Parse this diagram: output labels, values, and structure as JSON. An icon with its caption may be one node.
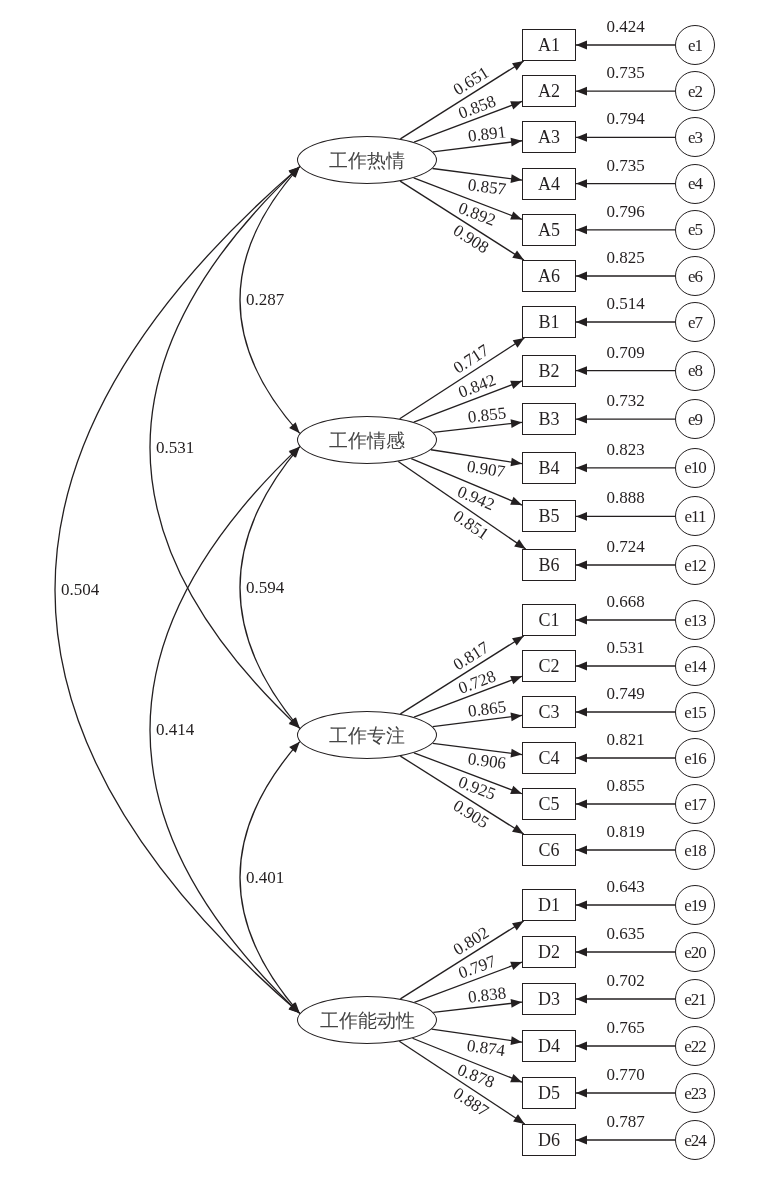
{
  "diagram": {
    "nodes": [
      {
        "text": [
          "工作热情"
        ]
      },
      {
        "text": [
          "工作情感"
        ]
      },
      {
        "text": [
          "工作专注"
        ]
      },
      {
        "text": [
          "工作能动性"
        ]
      },
      {
        "text": [
          "A1"
        ]
      },
      {
        "text": [
          "A2"
        ]
      },
      {
        "text": [
          "A3"
        ]
      },
      {
        "text": [
          "A4"
        ]
      },
      {
        "text": [
          "A5"
        ]
      },
      {
        "text": [
          "A6"
        ]
      },
      {
        "text": [
          "B1"
        ]
      },
      {
        "text": [
          "B2"
        ]
      },
      {
        "text": [
          "B3"
        ]
      },
      {
        "text": [
          "B4"
        ]
      },
      {
        "text": [
          "B5"
        ]
      },
      {
        "text": [
          "B6"
        ]
      },
      {
        "text": [
          "C1"
        ]
      },
      {
        "text": [
          "C2"
        ]
      },
      {
        "text": [
          "C3"
        ]
      },
      {
        "text": [
          "C4"
        ]
      },
      {
        "text": [
          "C5"
        ]
      },
      {
        "text": [
          "C6"
        ]
      },
      {
        "text": [
          "D1"
        ]
      },
      {
        "text": [
          "D2"
        ]
      },
      {
        "text": [
          "D3"
        ]
      },
      {
        "text": [
          "D4"
        ]
      },
      {
        "text": [
          "D5"
        ]
      },
      {
        "text": [
          "D6"
        ]
      },
      {
        "text": [
          "e1"
        ]
      },
      {
        "text": [
          "e2"
        ]
      },
      {
        "text": [
          "e3"
        ]
      },
      {
        "text": [
          "e4"
        ]
      },
      {
        "text": [
          "e5"
        ]
      },
      {
        "text": [
          "e6"
        ]
      },
      {
        "text": [
          "e7"
        ]
      },
      {
        "text": [
          "e8"
        ]
      },
      {
        "text": [
          "e9"
        ]
      },
      {
        "text": [
          "e10"
        ]
      },
      {
        "text": [
          "e11"
        ]
      },
      {
        "text": [
          "e12"
        ]
      },
      {
        "text": [
          "e13"
        ]
      },
      {
        "text": [
          "e14"
        ]
      },
      {
        "text": [
          "e15"
        ]
      },
      {
        "text": [
          "e16"
        ]
      },
      {
        "text": [
          "e17"
        ]
      },
      {
        "text": [
          "e18"
        ]
      },
      {
        "text": [
          "e19"
        ]
      },
      {
        "text": [
          "e20"
        ]
      },
      {
        "text": [
          "e21"
        ]
      },
      {
        "text": [
          "e22"
        ]
      },
      {
        "text": [
          "e23"
        ]
      },
      {
        "text": [
          "e24"
        ]
      }
    ],
    "edges": [
      {
        "from": 0,
        "to": 4,
        "arrow": "to",
        "label": "0.651"
      },
      {
        "from": 0,
        "to": 5,
        "arrow": "to",
        "label": "0.858"
      },
      {
        "from": 0,
        "to": 6,
        "arrow": "to",
        "label": "0.891"
      },
      {
        "from": 0,
        "to": 7,
        "arrow": "to",
        "label": "0.857"
      },
      {
        "from": 0,
        "to": 8,
        "arrow": "to",
        "label": "0.892"
      },
      {
        "from": 0,
        "to": 9,
        "arrow": "to",
        "label": "0.908"
      },
      {
        "from": 1,
        "to": 10,
        "arrow": "to",
        "label": "0.717"
      },
      {
        "from": 1,
        "to": 11,
        "arrow": "to",
        "label": "0.842"
      },
      {
        "from": 1,
        "to": 12,
        "arrow": "to",
        "label": "0.855"
      },
      {
        "from": 1,
        "to": 13,
        "arrow": "to",
        "label": "0.907"
      },
      {
        "from": 1,
        "to": 14,
        "arrow": "to",
        "label": "0.942"
      },
      {
        "from": 1,
        "to": 15,
        "arrow": "to",
        "label": "0.851"
      },
      {
        "from": 2,
        "to": 16,
        "arrow": "to",
        "label": "0.817"
      },
      {
        "from": 2,
        "to": 17,
        "arrow": "to",
        "label": "0.728"
      },
      {
        "from": 2,
        "to": 18,
        "arrow": "to",
        "label": "0.865"
      },
      {
        "from": 2,
        "to": 19,
        "arrow": "to",
        "label": "0.906"
      },
      {
        "from": 2,
        "to": 20,
        "arrow": "to",
        "label": "0.925"
      },
      {
        "from": 2,
        "to": 21,
        "arrow": "to",
        "label": "0.905"
      },
      {
        "from": 3,
        "to": 22,
        "arrow": "to",
        "label": "0.802"
      },
      {
        "from": 3,
        "to": 23,
        "arrow": "to",
        "label": "0.797"
      },
      {
        "from": 3,
        "to": 24,
        "arrow": "to",
        "label": "0.838"
      },
      {
        "from": 3,
        "to": 25,
        "arrow": "to",
        "label": "0.874"
      },
      {
        "from": 3,
        "to": 26,
        "arrow": "to",
        "label": "0.878"
      },
      {
        "from": 3,
        "to": 27,
        "arrow": "to",
        "label": "0.887"
      },
      {
        "from": 28,
        "to": 4,
        "arrow": "to",
        "label": "0.424"
      },
      {
        "from": 29,
        "to": 5,
        "arrow": "to",
        "label": "0.735"
      },
      {
        "from": 30,
        "to": 6,
        "arrow": "to",
        "label": "0.794"
      },
      {
        "from": 31,
        "to": 7,
        "arrow": "to",
        "label": "0.735"
      },
      {
        "from": 32,
        "to": 8,
        "arrow": "to",
        "label": "0.796"
      },
      {
        "from": 33,
        "to": 9,
        "arrow": "to",
        "label": "0.825"
      },
      {
        "from": 34,
        "to": 10,
        "arrow": "to",
        "label": "0.514"
      },
      {
        "from": 35,
        "to": 11,
        "arrow": "to",
        "label": "0.709"
      },
      {
        "from": 36,
        "to": 12,
        "arrow": "to",
        "label": "0.732"
      },
      {
        "from": 37,
        "to": 13,
        "arrow": "to",
        "label": "0.823"
      },
      {
        "from": 38,
        "to": 14,
        "arrow": "to",
        "label": "0.888"
      },
      {
        "from": 39,
        "to": 15,
        "arrow": "to",
        "label": "0.724"
      },
      {
        "from": 40,
        "to": 16,
        "arrow": "to",
        "label": "0.668"
      },
      {
        "from": 41,
        "to": 17,
        "arrow": "to",
        "label": "0.531"
      },
      {
        "from": 42,
        "to": 18,
        "arrow": "to",
        "label": "0.749"
      },
      {
        "from": 43,
        "to": 19,
        "arrow": "to",
        "label": "0.821"
      },
      {
        "from": 44,
        "to": 20,
        "arrow": "to",
        "label": "0.855"
      },
      {
        "from": 45,
        "to": 21,
        "arrow": "to",
        "label": "0.819"
      },
      {
        "from": 46,
        "to": 22,
        "arrow": "to",
        "label": "0.643"
      },
      {
        "from": 47,
        "to": 23,
        "arrow": "to",
        "label": "0.635"
      },
      {
        "from": 48,
        "to": 24,
        "arrow": "to",
        "label": "0.702"
      },
      {
        "from": 49,
        "to": 25,
        "arrow": "to",
        "label": "0.765"
      },
      {
        "from": 50,
        "to": 26,
        "arrow": "to",
        "label": "0.770"
      },
      {
        "from": 51,
        "to": 27,
        "arrow": "to",
        "label": "0.787"
      },
      {
        "from": 0,
        "to": 1,
        "arrow": "both",
        "label": "0.287"
      },
      {
        "from": 0,
        "to": 2,
        "arrow": "both",
        "label": "0.531"
      },
      {
        "from": 0,
        "to": 3,
        "arrow": "both",
        "label": "0.504"
      },
      {
        "from": 1,
        "to": 2,
        "arrow": "both",
        "label": "0.594"
      },
      {
        "from": 1,
        "to": 3,
        "arrow": "both",
        "label": "0.414"
      },
      {
        "from": 2,
        "to": 3,
        "arrow": "both",
        "label": "0.401"
      }
    ]
  }
}
